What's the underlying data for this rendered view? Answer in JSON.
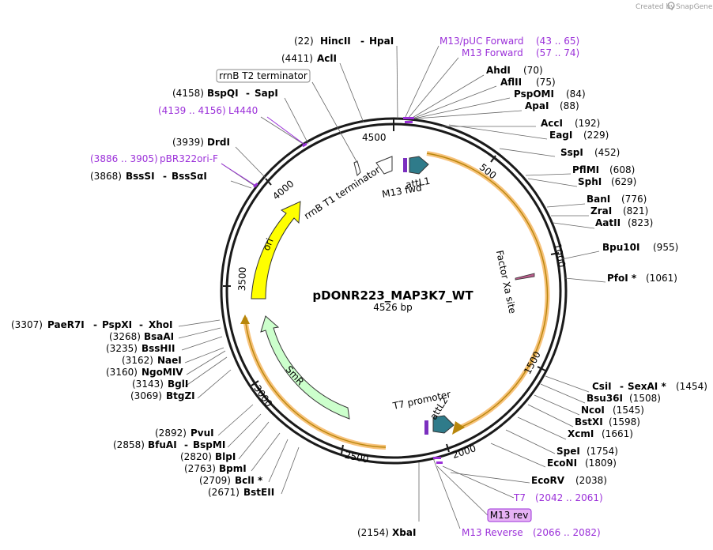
{
  "credit": {
    "text": "Created by",
    "brand": "SnapGene"
  },
  "plasmid": {
    "name": "pDONR223_MAP3K7_WT",
    "length": "4526 bp"
  },
  "colors": {
    "backbone": "#1a1a1a",
    "primer": "#9b30d9",
    "ori": "#ffff00",
    "smr": "#ccffcc",
    "att_site": "#2f7b8a",
    "orf_highlight": "#f7c27a"
  },
  "ticks": [
    "500",
    "1000",
    "1500",
    "2000",
    "2500",
    "3000",
    "3500",
    "4000",
    "4500"
  ],
  "features": {
    "ori": "ori",
    "smr": "SmR",
    "factor_xa": "Factor Xa site",
    "rrnb_t1": "rrnB T1 terminator",
    "attl1": "attL1",
    "m13_fwd": "M13 fwd",
    "t7_promoter": "T7 promoter",
    "attl2": "attL2",
    "rrnb_t2": "rrnB T2 terminator",
    "m13_rev": "M13 rev"
  },
  "enzymes": [
    {
      "pos": "(22)",
      "names": [
        "HincII",
        "HpaI"
      ]
    },
    {
      "pos": "(4411)",
      "names": [
        "AclI"
      ]
    },
    {
      "pos": "(4158)",
      "names": [
        "BspQI",
        "SapI"
      ]
    },
    {
      "pos": "(3939)",
      "names": [
        "DrdI"
      ]
    },
    {
      "pos": "(3868)",
      "names": [
        "BssSI",
        "BssSαI"
      ]
    },
    {
      "pos": "(70)",
      "names": [
        "AhdI"
      ]
    },
    {
      "pos": "(75)",
      "names": [
        "AflII"
      ]
    },
    {
      "pos": "(84)",
      "names": [
        "PspOMI"
      ]
    },
    {
      "pos": "(88)",
      "names": [
        "ApaI"
      ]
    },
    {
      "pos": "(192)",
      "names": [
        "AccI"
      ]
    },
    {
      "pos": "(229)",
      "names": [
        "EagI"
      ]
    },
    {
      "pos": "(452)",
      "names": [
        "SspI"
      ]
    },
    {
      "pos": "(608)",
      "names": [
        "PflMI"
      ]
    },
    {
      "pos": "(629)",
      "names": [
        "SphI"
      ]
    },
    {
      "pos": "(776)",
      "names": [
        "BanI"
      ]
    },
    {
      "pos": "(821)",
      "names": [
        "ZraI"
      ]
    },
    {
      "pos": "(823)",
      "names": [
        "AatII"
      ]
    },
    {
      "pos": "(955)",
      "names": [
        "Bpu10I"
      ]
    },
    {
      "pos": "(1061)",
      "names": [
        "PfoI *"
      ]
    },
    {
      "pos": "(1454)",
      "names": [
        "CsiI",
        "SexAI *"
      ]
    },
    {
      "pos": "(1508)",
      "names": [
        "Bsu36I"
      ]
    },
    {
      "pos": "(1545)",
      "names": [
        "NcoI"
      ]
    },
    {
      "pos": "(1598)",
      "names": [
        "BstXI"
      ]
    },
    {
      "pos": "(1661)",
      "names": [
        "XcmI"
      ]
    },
    {
      "pos": "(1754)",
      "names": [
        "SpeI"
      ]
    },
    {
      "pos": "(1809)",
      "names": [
        "EcoNI"
      ]
    },
    {
      "pos": "(2038)",
      "names": [
        "EcoRV"
      ]
    },
    {
      "pos": "(2154)",
      "names": [
        "XbaI"
      ]
    },
    {
      "pos": "(3307)",
      "names": [
        "PaeR7I",
        "PspXI",
        "XhoI"
      ]
    },
    {
      "pos": "(3268)",
      "names": [
        "BsaAI"
      ]
    },
    {
      "pos": "(3235)",
      "names": [
        "BssHII"
      ]
    },
    {
      "pos": "(3162)",
      "names": [
        "NaeI"
      ]
    },
    {
      "pos": "(3160)",
      "names": [
        "NgoMIV"
      ]
    },
    {
      "pos": "(3143)",
      "names": [
        "BglI"
      ]
    },
    {
      "pos": "(3069)",
      "names": [
        "BtgZI"
      ]
    },
    {
      "pos": "(2892)",
      "names": [
        "PvuI"
      ]
    },
    {
      "pos": "(2858)",
      "names": [
        "BfuAI",
        "BspMI"
      ]
    },
    {
      "pos": "(2820)",
      "names": [
        "BlpI"
      ]
    },
    {
      "pos": "(2763)",
      "names": [
        "BpmI"
      ]
    },
    {
      "pos": "(2709)",
      "names": [
        "BclI *"
      ]
    },
    {
      "pos": "(2671)",
      "names": [
        "BstEII"
      ]
    }
  ],
  "primers": [
    {
      "name": "M13/pUC Forward",
      "range": "(43 .. 65)"
    },
    {
      "name": "M13 Forward",
      "range": "(57 .. 74)"
    },
    {
      "name": "L4440",
      "range": "(4139 .. 4156)"
    },
    {
      "name": "pBR322ori-F",
      "range": "(3886 .. 3905)"
    },
    {
      "name": "T7",
      "range": "(2042 .. 2061)"
    },
    {
      "name": "M13 Reverse",
      "range": "(2066 .. 2082)"
    }
  ]
}
